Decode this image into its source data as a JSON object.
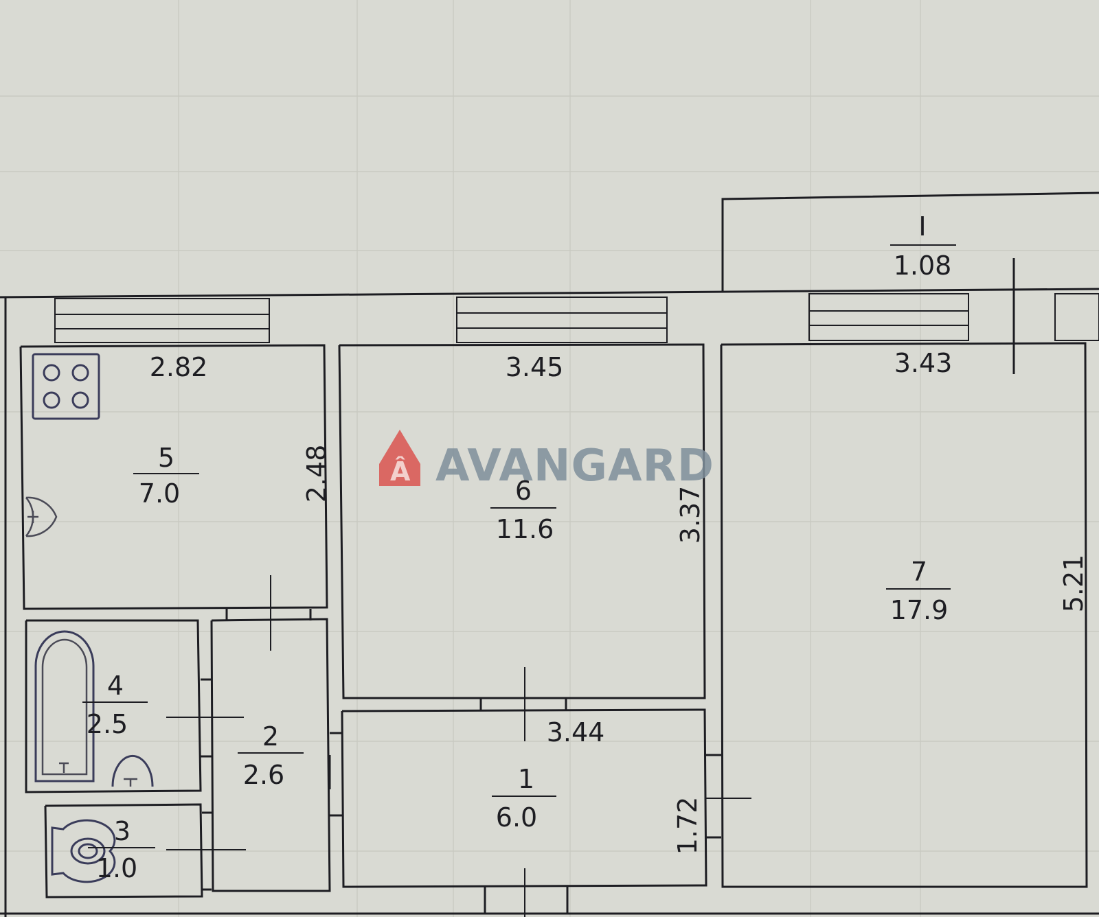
{
  "balcony": {
    "number": "I",
    "area": "1.08"
  },
  "rooms": [
    {
      "id": "r5",
      "number": "5",
      "area": "7.0"
    },
    {
      "id": "r6",
      "number": "6",
      "area": "11.6"
    },
    {
      "id": "r7",
      "number": "7",
      "area": "17.9"
    },
    {
      "id": "r4",
      "number": "4",
      "area": "2.5"
    },
    {
      "id": "r2",
      "number": "2",
      "area": "2.6"
    },
    {
      "id": "r3",
      "number": "3",
      "area": "1.0"
    },
    {
      "id": "r1",
      "number": "1",
      "area": "6.0"
    }
  ],
  "dimensions": {
    "kitchen_width": "2.82",
    "kitchen_depth": "2.48",
    "room6_width": "3.45",
    "room6_depth": "3.37",
    "room7_width": "3.43",
    "room7_depth": "5.21",
    "hall_width": "3.44",
    "hall_depth": "1.72"
  },
  "watermark": {
    "text": "AVANGARD",
    "logo_letter": "Â",
    "colors": {
      "logo": "#d9534f",
      "text": "#7f8f9b"
    }
  },
  "colors": {
    "background": "#d9dad3",
    "line": "#1d1d22"
  }
}
